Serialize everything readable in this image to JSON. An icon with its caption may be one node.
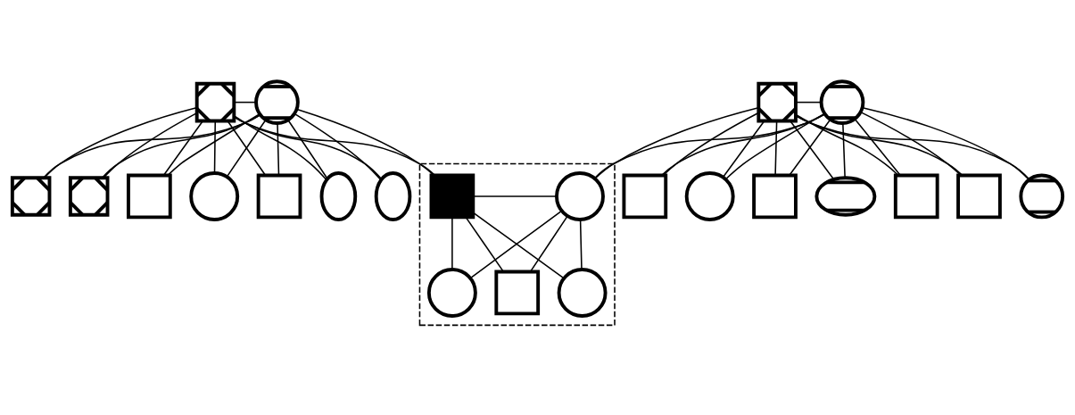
{
  "diagram": {
    "nodes": [
      {
        "text": [],
        "shape": "crossed-square"
      },
      {
        "text": [],
        "shape": "crossed-circle"
      },
      {
        "text": [],
        "shape": "crossed-square"
      },
      {
        "text": [],
        "shape": "crossed-circle"
      },
      {
        "text": [],
        "shape": "box"
      },
      {
        "text": [],
        "shape": "crossed-square"
      },
      {
        "text": [],
        "shape": "crossed-square"
      },
      {
        "text": [],
        "shape": "filled-square",
        "in": 4
      },
      {
        "text": [],
        "shape": "square"
      },
      {
        "text": [],
        "shape": "circle"
      },
      {
        "text": [],
        "shape": "square"
      },
      {
        "text": [],
        "shape": "oval"
      },
      {
        "text": [],
        "shape": "oval"
      },
      {
        "text": [],
        "shape": "square"
      },
      {
        "text": [],
        "shape": "circle"
      },
      {
        "text": [],
        "shape": "square"
      },
      {
        "text": [],
        "shape": "crossed-oval"
      },
      {
        "text": [],
        "shape": "square"
      },
      {
        "text": [],
        "shape": "square"
      },
      {
        "text": [],
        "shape": "circle",
        "in": 4
      },
      {
        "text": [],
        "shape": "crossed-circle"
      },
      {
        "text": [],
        "shape": "circle",
        "in": 4
      },
      {
        "text": [],
        "shape": "square",
        "in": 4
      },
      {
        "text": [],
        "shape": "circle",
        "in": 4
      }
    ],
    "edges": [
      {
        "from": 0,
        "to": 1,
        "arrow": "none"
      },
      {
        "from": 0,
        "to": 5,
        "arrow": "none"
      },
      {
        "from": 1,
        "to": 5,
        "arrow": "none"
      },
      {
        "from": 0,
        "to": 6,
        "arrow": "none"
      },
      {
        "from": 1,
        "to": 6,
        "arrow": "none"
      },
      {
        "from": 0,
        "to": 7,
        "arrow": "none"
      },
      {
        "from": 1,
        "to": 7,
        "arrow": "none"
      },
      {
        "from": 0,
        "to": 8,
        "arrow": "none"
      },
      {
        "from": 1,
        "to": 8,
        "arrow": "none"
      },
      {
        "from": 0,
        "to": 9,
        "arrow": "none"
      },
      {
        "from": 1,
        "to": 9,
        "arrow": "none"
      },
      {
        "from": 0,
        "to": 10,
        "arrow": "none"
      },
      {
        "from": 1,
        "to": 10,
        "arrow": "none"
      },
      {
        "from": 0,
        "to": 11,
        "arrow": "none"
      },
      {
        "from": 1,
        "to": 11,
        "arrow": "none"
      },
      {
        "from": 0,
        "to": 12,
        "arrow": "none"
      },
      {
        "from": 1,
        "to": 12,
        "arrow": "none"
      },
      {
        "from": 2,
        "to": 3,
        "arrow": "none"
      },
      {
        "from": 2,
        "to": 13,
        "arrow": "none"
      },
      {
        "from": 3,
        "to": 13,
        "arrow": "none"
      },
      {
        "from": 2,
        "to": 14,
        "arrow": "none"
      },
      {
        "from": 3,
        "to": 14,
        "arrow": "none"
      },
      {
        "from": 2,
        "to": 15,
        "arrow": "none"
      },
      {
        "from": 3,
        "to": 15,
        "arrow": "none"
      },
      {
        "from": 2,
        "to": 16,
        "arrow": "none"
      },
      {
        "from": 3,
        "to": 16,
        "arrow": "none"
      },
      {
        "from": 2,
        "to": 17,
        "arrow": "none"
      },
      {
        "from": 3,
        "to": 17,
        "arrow": "none"
      },
      {
        "from": 2,
        "to": 18,
        "arrow": "none"
      },
      {
        "from": 3,
        "to": 18,
        "arrow": "none"
      },
      {
        "from": 2,
        "to": 19,
        "arrow": "none"
      },
      {
        "from": 3,
        "to": 19,
        "arrow": "none"
      },
      {
        "from": 2,
        "to": 20,
        "arrow": "none"
      },
      {
        "from": 3,
        "to": 20,
        "arrow": "none"
      },
      {
        "from": 7,
        "to": 19,
        "arrow": "none"
      },
      {
        "from": 7,
        "to": 21,
        "arrow": "none"
      },
      {
        "from": 19,
        "to": 21,
        "arrow": "none"
      },
      {
        "from": 7,
        "to": 22,
        "arrow": "none"
      },
      {
        "from": 19,
        "to": 22,
        "arrow": "none"
      },
      {
        "from": 7,
        "to": 23,
        "arrow": "none"
      },
      {
        "from": 19,
        "to": 23,
        "arrow": "none"
      }
    ]
  }
}
